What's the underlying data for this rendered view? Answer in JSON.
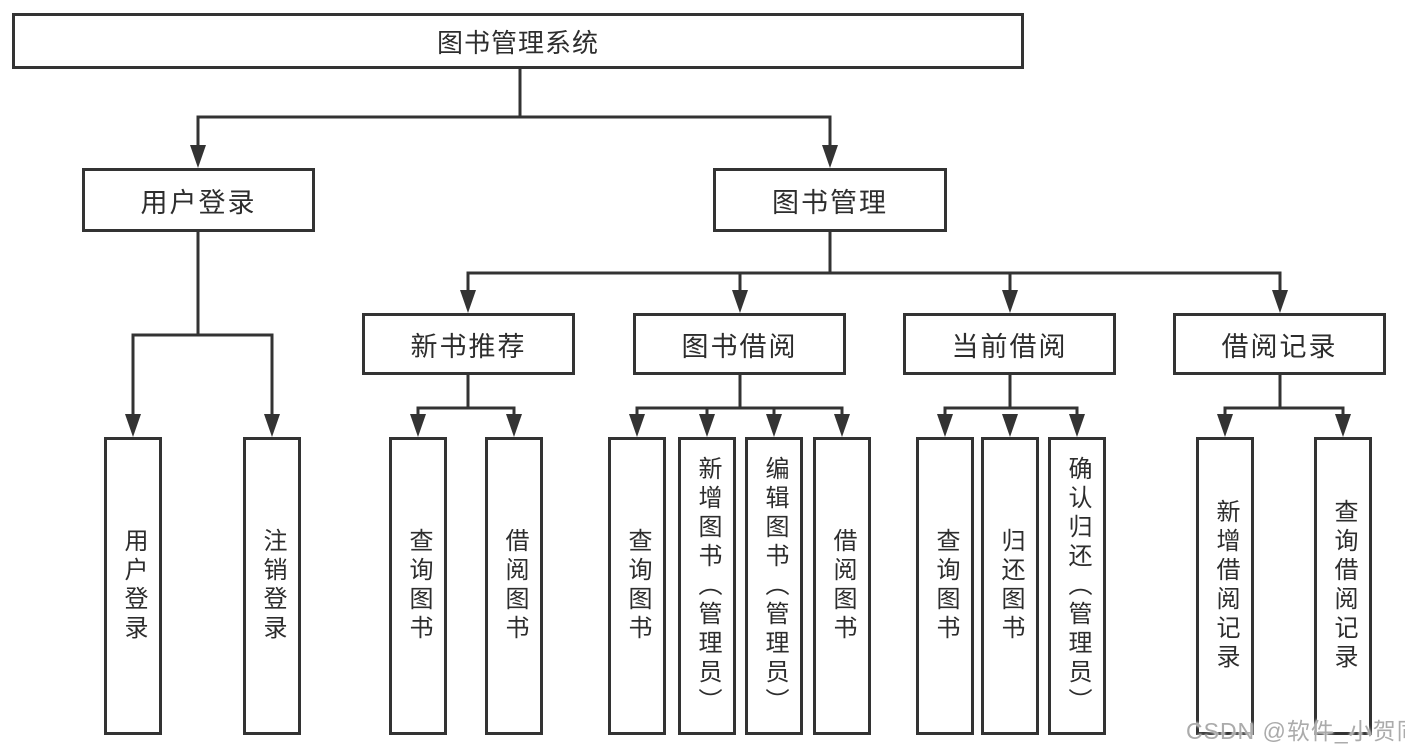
{
  "colors": {
    "line": "#333333",
    "text": "#2d2d2d",
    "bg": "#ffffff",
    "watermark": "#ababab"
  },
  "tree": {
    "root": {
      "label": "图书管理系统"
    },
    "branches": [
      {
        "label": "用户登录",
        "children": [
          {
            "label": "用户登录"
          },
          {
            "label": "注销登录"
          }
        ]
      },
      {
        "label": "图书管理",
        "children": [
          {
            "label": "新书推荐",
            "children": [
              {
                "label": "查询图书"
              },
              {
                "label": "借阅图书"
              }
            ]
          },
          {
            "label": "图书借阅",
            "children": [
              {
                "label": "查询图书"
              },
              {
                "label": "新增图书（管理员）"
              },
              {
                "label": "编辑图书（管理员）"
              },
              {
                "label": "借阅图书"
              }
            ]
          },
          {
            "label": "当前借阅",
            "children": [
              {
                "label": "查询图书"
              },
              {
                "label": "归还图书"
              },
              {
                "label": "确认归还（管理员）"
              }
            ]
          },
          {
            "label": "借阅记录",
            "children": [
              {
                "label": "新增借阅记录"
              },
              {
                "label": "查询借阅记录"
              }
            ]
          }
        ]
      }
    ]
  },
  "watermark": {
    "text": "CSDN @软件_小贺同学"
  }
}
